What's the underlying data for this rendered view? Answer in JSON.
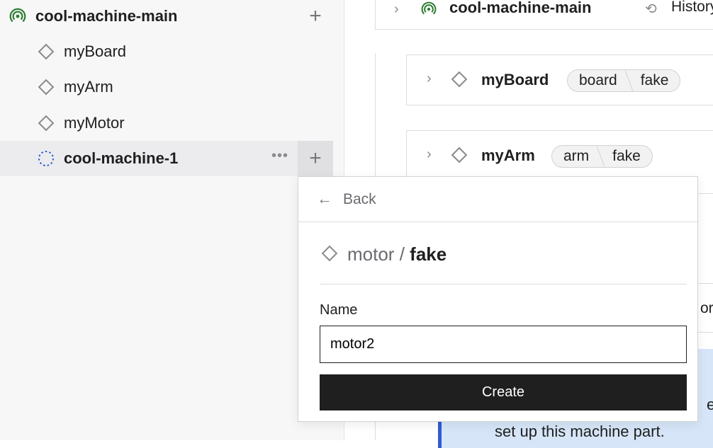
{
  "sidebar": {
    "machine": {
      "name": "cool-machine-main",
      "icon": "broadcast-icon",
      "status_color": "#2e7d32"
    },
    "components": [
      {
        "name": "myBoard"
      },
      {
        "name": "myArm"
      },
      {
        "name": "myMotor"
      }
    ],
    "sub_part": {
      "name": "cool-machine-1",
      "icon": "dashed-circle-icon",
      "status_color": "#2f5bd3"
    }
  },
  "main": {
    "header": {
      "machine_name": "cool-machine-main",
      "history_label": "History"
    },
    "cards": [
      {
        "name": "myBoard",
        "type": "board",
        "model": "fake"
      },
      {
        "name": "myArm",
        "type": "arm",
        "model": "fake"
      }
    ],
    "partial_text": {
      "right_fragment_1": "or",
      "right_fragment_2": "e",
      "info_text": "set up this machine part."
    },
    "info_color": "#d6e6f8"
  },
  "popover": {
    "back_label": "Back",
    "type": "motor",
    "separator": "/",
    "model": "fake",
    "name_label": "Name",
    "name_value": "motor2",
    "create_label": "Create"
  }
}
